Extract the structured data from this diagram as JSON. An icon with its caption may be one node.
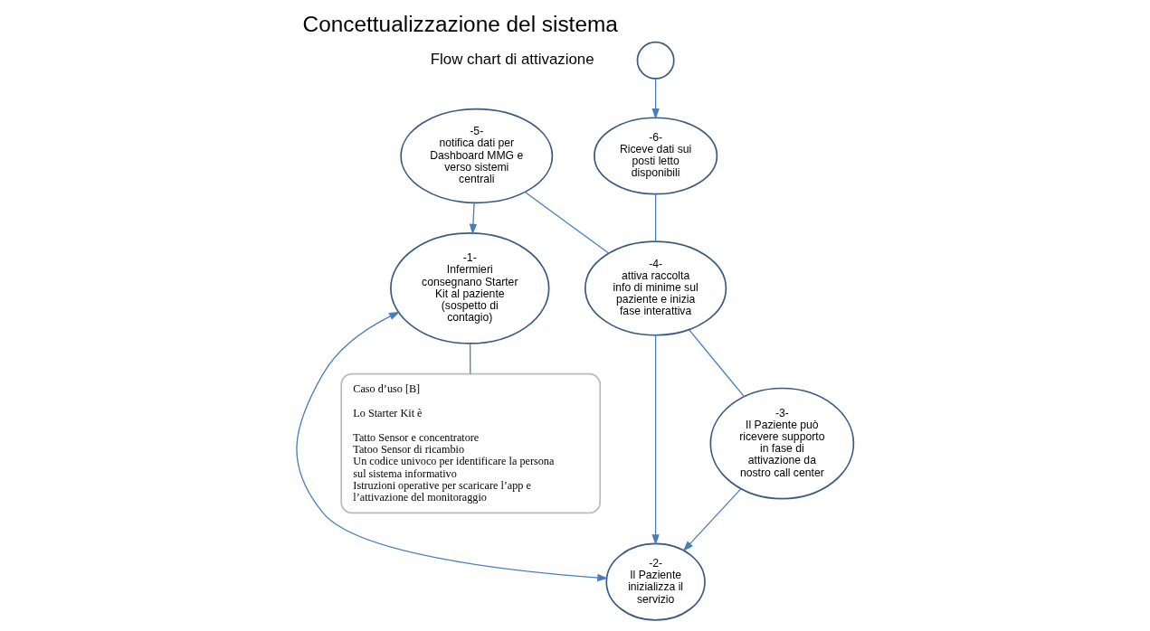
{
  "diagram": {
    "title": "Concettualizzazione del sistema",
    "nodes": [
      {
        "text": [
          "-1-",
          "Infermieri consegnano Starter Kit al paziente (sospetto di contagio)"
        ]
      },
      {
        "text": [
          "-2-",
          "Il Paziente inizializza il servizio"
        ]
      },
      {
        "text": [
          "-3-",
          "Il Paziente può ricevere supporto in fase di attivazione da nostro call center"
        ]
      },
      {
        "text": [
          "-4-",
          "attiva raccolta info di minime sul paziente e inizia fase interattiva"
        ]
      },
      {
        "text": [
          "-5-",
          "notifica dati per Dashboard MMG e verso sistemi centrali"
        ]
      },
      {
        "text": [
          "-6-",
          "Riceve dati sui posti letto disponibili"
        ]
      },
      {
        "text": [],
        "shape": "circle"
      },
      {
        "text": [
          "Caso d’uso [B]",
          "Lo Starter Kit è",
          "Tatto Sensor e concentratore",
          "Tatoo Sensor di ricambio",
          "Un codice univoco per identificare la persona sul sistema informativo",
          "Istruzioni operative per scaricare l’app e l’attivazione del monitoraggio"
        ]
      }
    ],
    "edges": [
      {
        "from": 4,
        "to": 0,
        "arrow": "to"
      },
      {
        "from": 0,
        "to": 1,
        "arrow": "both"
      },
      {
        "from": 0,
        "to": 7,
        "arrow": "none"
      },
      {
        "from": 6,
        "to": 5,
        "arrow": "to"
      },
      {
        "from": 4,
        "to": 3,
        "arrow": "none"
      },
      {
        "from": 5,
        "to": 3,
        "arrow": "none"
      },
      {
        "from": 3,
        "to": 1,
        "arrow": "to"
      },
      {
        "from": 2,
        "to": 1,
        "arrow": "to"
      },
      {
        "from": 3,
        "to": 2,
        "arrow": "none"
      }
    ],
    "labels": [
      "Flow chart di attivazione"
    ]
  }
}
